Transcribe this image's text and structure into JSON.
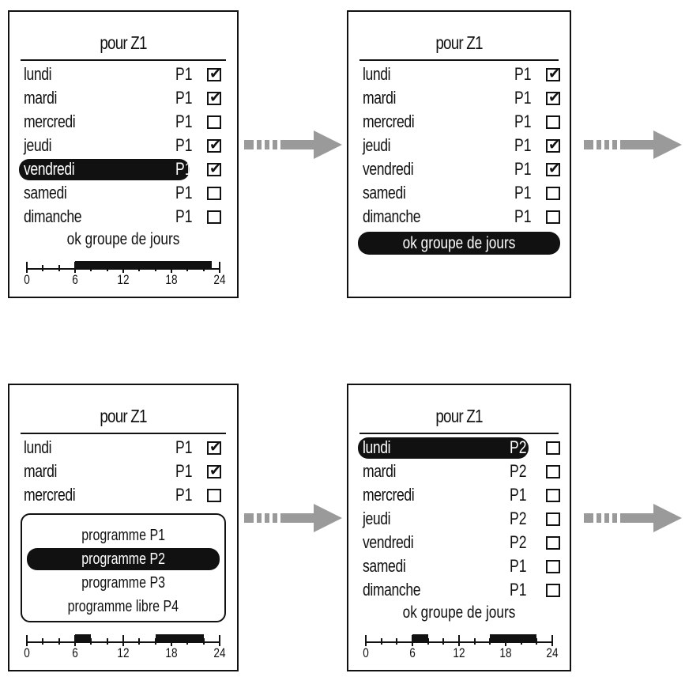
{
  "title": "pour Z1",
  "ok_label": "ok groupe de jours",
  "hours": [
    "0",
    "6",
    "12",
    "18",
    "24"
  ],
  "screens": [
    {
      "days": [
        {
          "day": "lundi",
          "prog": "P1",
          "checked": true
        },
        {
          "day": "mardi",
          "prog": "P1",
          "checked": true
        },
        {
          "day": "mercredi",
          "prog": "P1",
          "checked": false
        },
        {
          "day": "jeudi",
          "prog": "P1",
          "checked": true
        },
        {
          "day": "vendredi",
          "prog": "P1",
          "checked": true,
          "selected": true
        },
        {
          "day": "samedi",
          "prog": "P1",
          "checked": false
        },
        {
          "day": "dimanche",
          "prog": "P1",
          "checked": false
        }
      ],
      "ok_selected": false,
      "timeline_bars": [
        [
          6,
          23
        ]
      ]
    },
    {
      "days": [
        {
          "day": "lundi",
          "prog": "P1",
          "checked": true
        },
        {
          "day": "mardi",
          "prog": "P1",
          "checked": true
        },
        {
          "day": "mercredi",
          "prog": "P1",
          "checked": false
        },
        {
          "day": "jeudi",
          "prog": "P1",
          "checked": true
        },
        {
          "day": "vendredi",
          "prog": "P1",
          "checked": true
        },
        {
          "day": "samedi",
          "prog": "P1",
          "checked": false
        },
        {
          "day": "dimanche",
          "prog": "P1",
          "checked": false
        }
      ],
      "ok_selected": true
    },
    {
      "days": [
        {
          "day": "lundi",
          "prog": "P1",
          "checked": true
        },
        {
          "day": "mardi",
          "prog": "P1",
          "checked": true
        },
        {
          "day": "mercredi",
          "prog": "P1",
          "checked": false
        }
      ],
      "popup": {
        "options": [
          "programme P1",
          "programme P2",
          "programme P3",
          "programme libre P4"
        ],
        "selected_index": 1
      },
      "timeline_bars": [
        [
          6,
          8
        ],
        [
          16,
          22
        ]
      ]
    },
    {
      "days": [
        {
          "day": "lundi",
          "prog": "P2",
          "checked": false,
          "selected": true
        },
        {
          "day": "mardi",
          "prog": "P2",
          "checked": false
        },
        {
          "day": "mercredi",
          "prog": "P1",
          "checked": false
        },
        {
          "day": "jeudi",
          "prog": "P2",
          "checked": false
        },
        {
          "day": "vendredi",
          "prog": "P2",
          "checked": false
        },
        {
          "day": "samedi",
          "prog": "P1",
          "checked": false
        },
        {
          "day": "dimanche",
          "prog": "P1",
          "checked": false
        }
      ],
      "ok_selected": false,
      "timeline_bars": [
        [
          6,
          8
        ],
        [
          16,
          22
        ]
      ]
    }
  ],
  "colors": {
    "ink": "#111111",
    "arrow": "#9a9a9a",
    "background": "#ffffff"
  },
  "icons": {
    "arrow": "dashed-right-arrow-icon",
    "check": "checkmark-icon"
  }
}
